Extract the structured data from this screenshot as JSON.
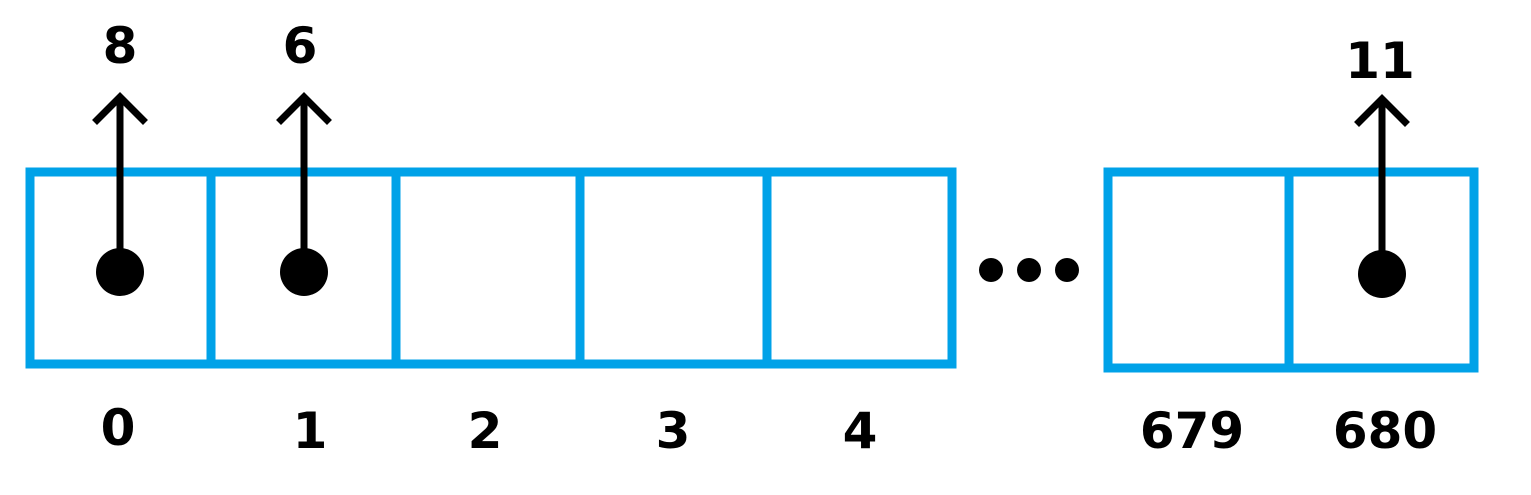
{
  "diagram": {
    "cell_color": "#00a2e8",
    "ink_color": "#000000",
    "left_cells": [
      {
        "index": "0",
        "pointer_value": "8"
      },
      {
        "index": "1",
        "pointer_value": "6"
      },
      {
        "index": "2",
        "pointer_value": null
      },
      {
        "index": "3",
        "pointer_value": null
      },
      {
        "index": "4",
        "pointer_value": null
      }
    ],
    "right_cells": [
      {
        "index": "679",
        "pointer_value": null
      },
      {
        "index": "680",
        "pointer_value": "11"
      }
    ]
  }
}
